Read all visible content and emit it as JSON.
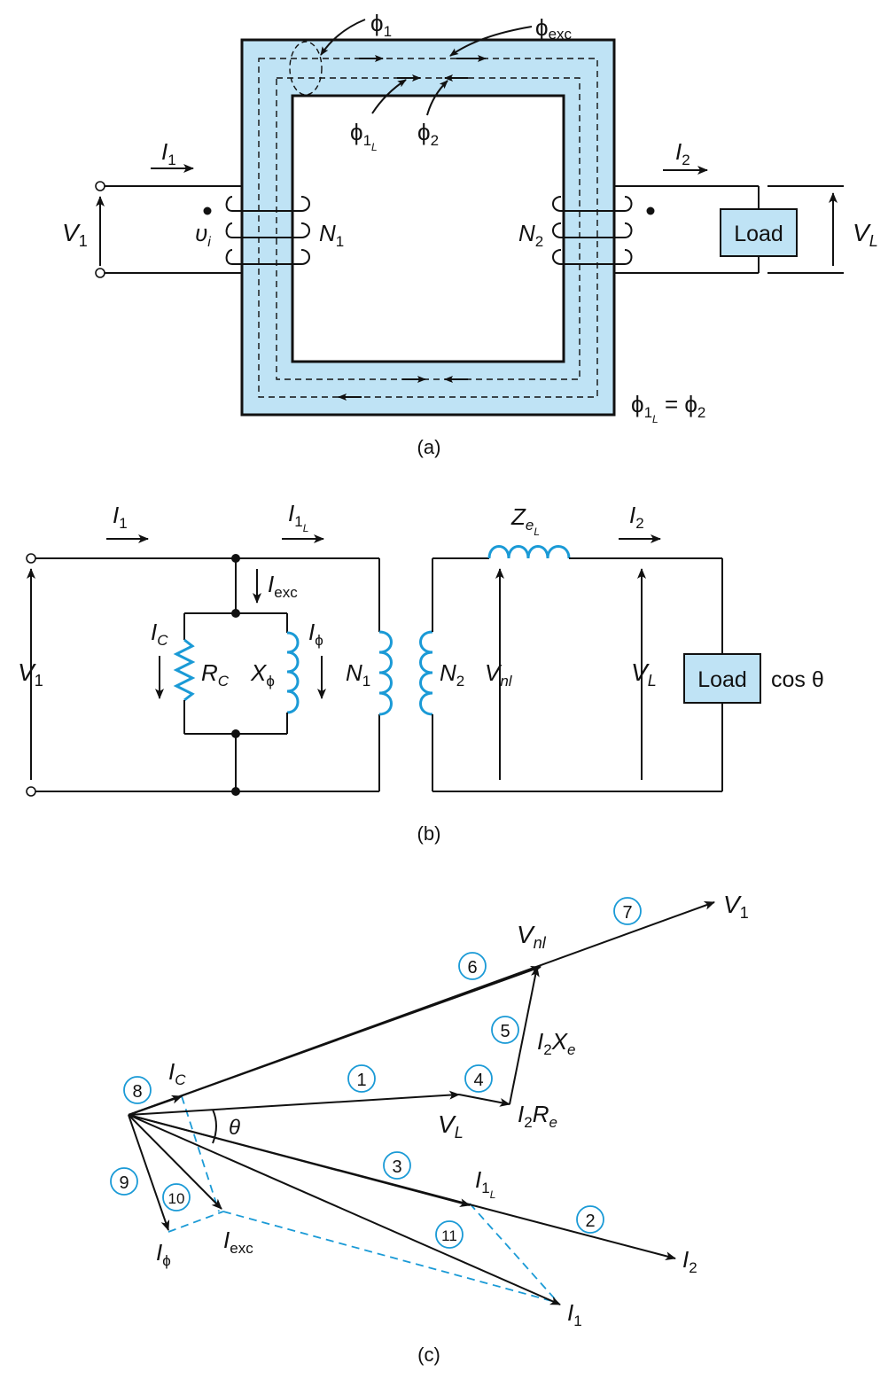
{
  "fig_a": {
    "phi1": "ϕ",
    "phi1_sub": "1",
    "phi_exc": "ϕ",
    "phi_exc_sub": "exc",
    "phi1L": "ϕ",
    "phi1L_sub": "1",
    "phi1L_subsub": "L",
    "phi2": "ϕ",
    "phi2_sub": "2",
    "I1": "I",
    "I1_sub": "1",
    "I2": "I",
    "I2_sub": "2",
    "V1": "V",
    "V1_sub": "1",
    "vi": "υ",
    "vi_sub": "i",
    "N1": "N",
    "N1_sub": "1",
    "N2": "N",
    "N2_sub": "2",
    "load": "Load",
    "VL": "V",
    "VL_sub": "L",
    "eq_phi": "ϕ",
    "eq_sub": "1",
    "eq_subsub": "L",
    "eq_rest": " = ϕ",
    "eq_rest_sub": "2",
    "caption": "(a)"
  },
  "fig_b": {
    "I1": "I",
    "I1_sub": "1",
    "I1L": "I",
    "I1L_sub": "1",
    "I1L_subsub": "L",
    "Iexc": "I",
    "Iexc_sub": "exc",
    "Ic": "I",
    "Ic_sub": "C",
    "Rc": "R",
    "Rc_sub": "C",
    "Xphi": "X",
    "Xphi_sub": "ϕ",
    "Iphi": "I",
    "Iphi_sub": "ϕ",
    "V1": "V",
    "V1_sub": "1",
    "N1": "N",
    "N1_sub": "1",
    "N2": "N",
    "N2_sub": "2",
    "Vnl": "V",
    "Vnl_sub": "nl",
    "ZeL": "Z",
    "ZeL_sub": "e",
    "ZeL_subsub": "L",
    "I2": "I",
    "I2_sub": "2",
    "VL": "V",
    "VL_sub": "L",
    "load": "Load",
    "cos": "cos θ",
    "caption": "(b)"
  },
  "fig_c": {
    "V1": "V",
    "V1_sub": "1",
    "Vnl": "V",
    "Vnl_sub": "nl",
    "I2Xe": "I",
    "I2Xe_sub": "2",
    "I2Xe_X": "X",
    "I2Xe_Xsub": "e",
    "I2Re": "I",
    "I2Re_sub": "2",
    "I2Re_R": "R",
    "I2Re_Rsub": "e",
    "VL": "V",
    "VL_sub": "L",
    "Ic": "I",
    "Ic_sub": "C",
    "theta": "θ",
    "I1L": "I",
    "I1L_sub": "1",
    "I1L_subsub": "L",
    "I2": "I",
    "I2_sub": "2",
    "I1": "I",
    "I1_sub": "1",
    "Iphi": "I",
    "Iphi_sub": "ϕ",
    "Iexc": "I",
    "Iexc_sub": "exc",
    "step1": "1",
    "step2": "2",
    "step3": "3",
    "step4": "4",
    "step5": "5",
    "step6": "6",
    "step7": "7",
    "step8": "8",
    "step9": "9",
    "step10": "10",
    "step11": "11",
    "caption": "(c)"
  }
}
